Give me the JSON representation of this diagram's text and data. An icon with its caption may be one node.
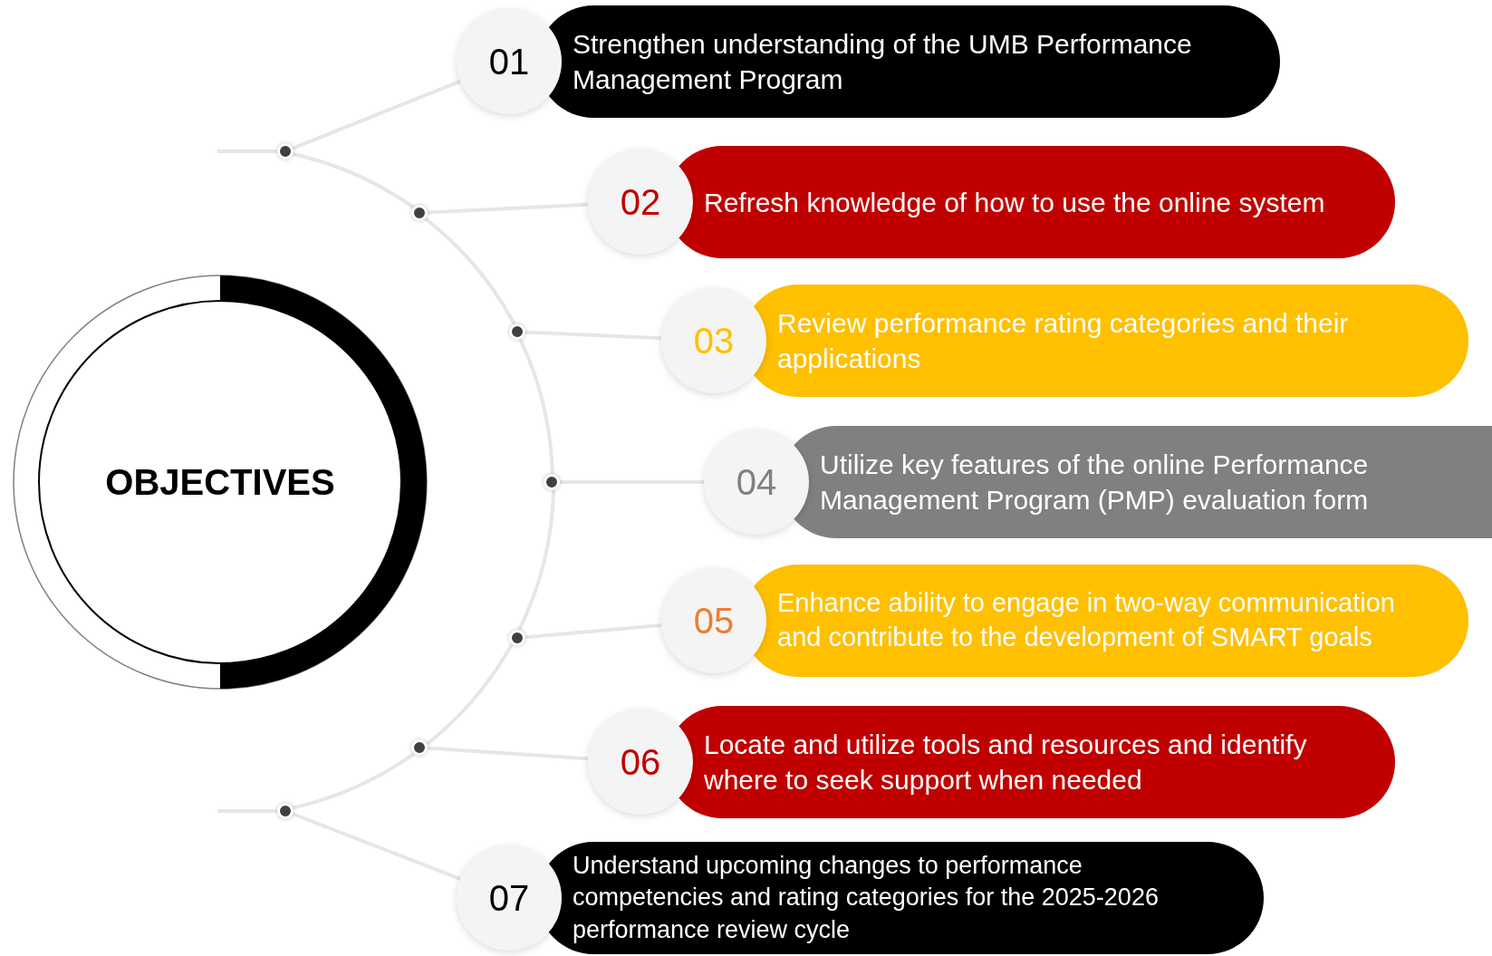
{
  "diagram": {
    "nodes": [
      {
        "text": [
          "OBJECTIVES"
        ]
      },
      {
        "text": [
          "01",
          "Strengthen understanding of the UMB Performance Management Program"
        ]
      },
      {
        "text": [
          "02",
          "Refresh knowledge of how to use the online system"
        ]
      },
      {
        "text": [
          "03",
          "Review performance rating categories and their applications"
        ]
      },
      {
        "text": [
          "04",
          "Utilize key features of the online Performance Management Program (PMP) evaluation form"
        ]
      },
      {
        "text": [
          "05",
          "Enhance ability to engage in two-way communication and contribute  to the development of SMART goals"
        ]
      },
      {
        "text": [
          "06",
          "Locate and utilize tools and resources and identify where to seek support when needed"
        ]
      },
      {
        "text": [
          "07",
          "Understand upcoming changes to performance competencies and rating categories for the 2025-2026 performance review cycle"
        ]
      },
      {
        "text": [],
        "shape": "circle"
      },
      {
        "text": [],
        "shape": "circle"
      },
      {
        "text": [],
        "shape": "circle"
      },
      {
        "text": [],
        "shape": "circle"
      },
      {
        "text": [],
        "shape": "circle"
      },
      {
        "text": [],
        "shape": "circle"
      },
      {
        "text": [],
        "shape": "circle"
      }
    ],
    "edges": [
      {
        "from": 8,
        "to": 1,
        "arrow": "none"
      },
      {
        "from": 9,
        "to": 2,
        "arrow": "none"
      },
      {
        "from": 10,
        "to": 3,
        "arrow": "none"
      },
      {
        "from": 11,
        "to": 4,
        "arrow": "none"
      },
      {
        "from": 12,
        "to": 5,
        "arrow": "none"
      },
      {
        "from": 13,
        "to": 6,
        "arrow": "none"
      },
      {
        "from": 14,
        "to": 7,
        "arrow": "none"
      },
      {
        "from": 8,
        "to": 9,
        "arrow": "none"
      },
      {
        "from": 9,
        "to": 10,
        "arrow": "none"
      },
      {
        "from": 10,
        "to": 11,
        "arrow": "none"
      },
      {
        "from": 11,
        "to": 12,
        "arrow": "none"
      },
      {
        "from": 12,
        "to": 13,
        "arrow": "none"
      },
      {
        "from": 13,
        "to": 14,
        "arrow": "none"
      },
      {
        "from": null,
        "to": 8,
        "arrow": "none"
      },
      {
        "from": null,
        "to": 14,
        "arrow": "none"
      }
    ]
  }
}
